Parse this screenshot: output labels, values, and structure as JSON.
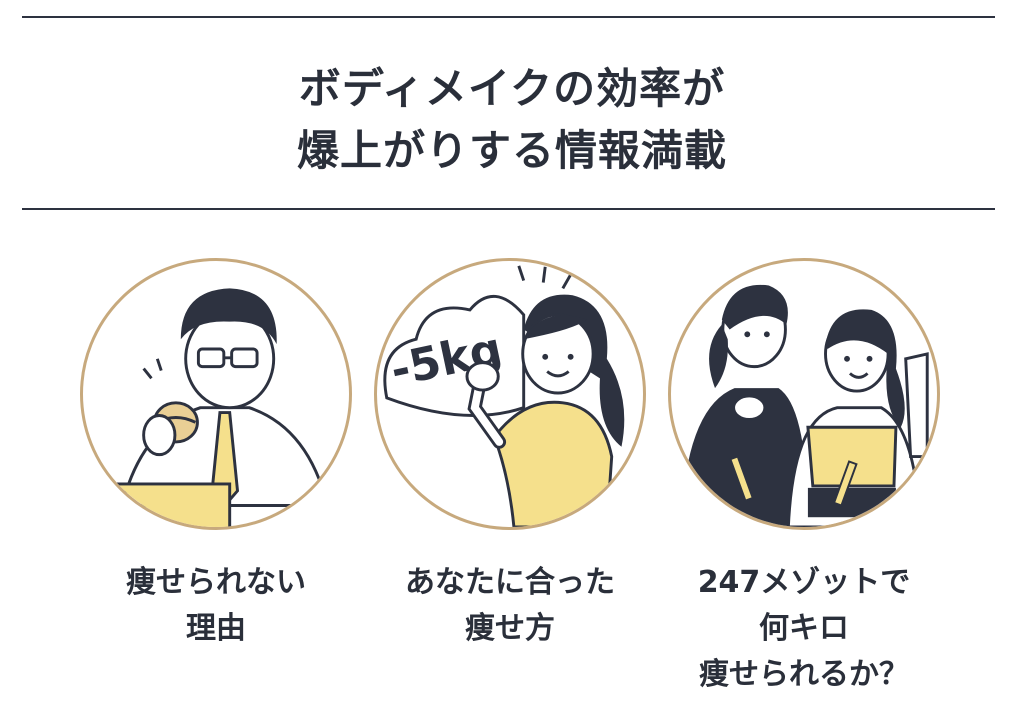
{
  "headline": {
    "line1": "ボディメイクの効率が",
    "line2": "爆上がりする情報満載"
  },
  "colors": {
    "rule": "#2d3240",
    "text": "#2a2f3a",
    "circle_border": "#c7a97d",
    "accent_yellow": "#f5e08c"
  },
  "features": [
    {
      "illustration": "man-eating-burger-at-laptop",
      "caption_lines": [
        "痩せられない",
        "理由"
      ]
    },
    {
      "illustration": "woman-fist-pump-minus-5kg",
      "badge_text": "-5kg",
      "caption_lines": [
        "あなたに合った",
        "痩せ方"
      ]
    },
    {
      "illustration": "trainer-and-woman-workout",
      "caption_lines": [
        "247メゾットで",
        "何キロ",
        "痩せられるか？"
      ]
    }
  ]
}
